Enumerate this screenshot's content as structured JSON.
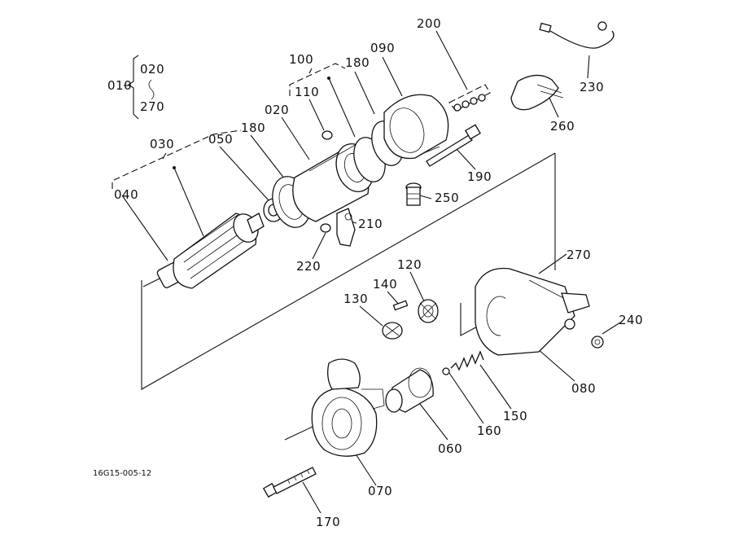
{
  "diagram": {
    "drawing_code": "16G15-005-12",
    "labels": {
      "p010": "010",
      "p020a": "020",
      "p270a": "270",
      "p020b": "020",
      "p030": "030",
      "p040": "040",
      "p050": "050",
      "p060": "060",
      "p070": "070",
      "p080": "080",
      "p090": "090",
      "p100": "100",
      "p110": "110",
      "p120": "120",
      "p130": "130",
      "p140": "140",
      "p150": "150",
      "p160": "160",
      "p170": "170",
      "p180a": "180",
      "p180b": "180",
      "p190": "190",
      "p200": "200",
      "p210": "210",
      "p220": "220",
      "p230": "230",
      "p240": "240",
      "p250": "250",
      "p260": "260",
      "p270b": "270"
    }
  }
}
